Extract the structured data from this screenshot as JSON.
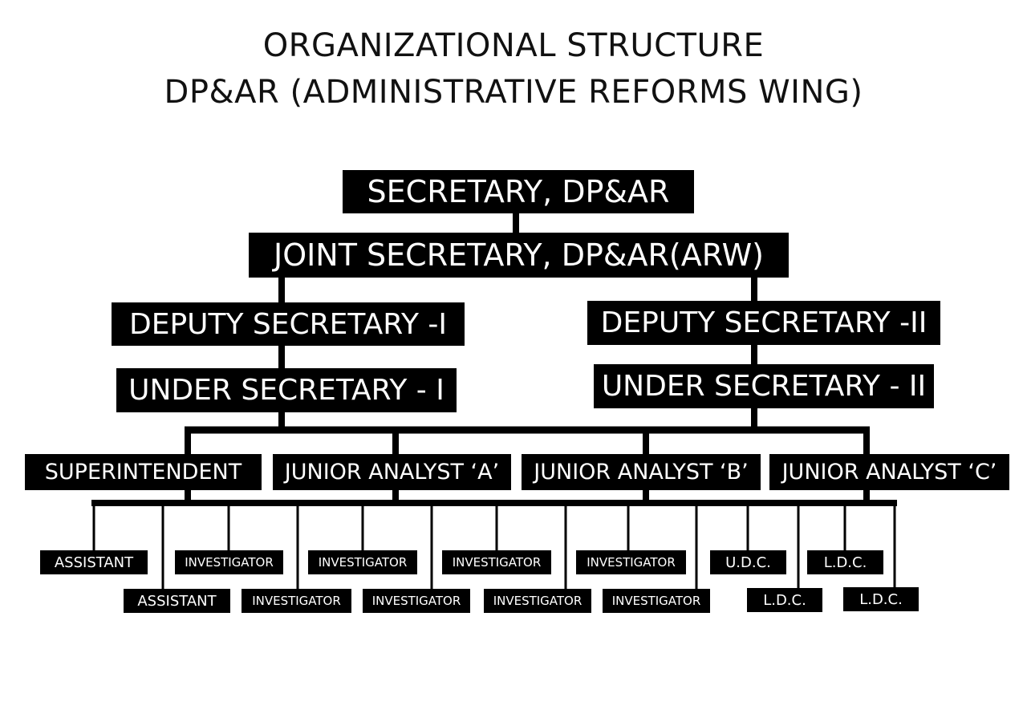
{
  "title": {
    "line1": "ORGANIZATIONAL STRUCTURE",
    "line2": "DP&AR (ADMINISTRATIVE REFORMS WING)"
  },
  "colors": {
    "box": "#000000",
    "text": "#ffffff",
    "connector": "#000000",
    "background": "#ffffff"
  },
  "nodes": {
    "secretary": "SECRETARY, DP&AR",
    "joint_secretary": "JOINT SECRETARY, DP&AR(ARW)",
    "deputy_secretary_1": "DEPUTY SECRETARY -I",
    "deputy_secretary_2": "DEPUTY SECRETARY -II",
    "under_secretary_1": "UNDER SECRETARY - I",
    "under_secretary_2": "UNDER SECRETARY - II",
    "superintendent": "SUPERINTENDENT",
    "junior_analyst_a": "JUNIOR ANALYST ‘A’",
    "junior_analyst_b": "JUNIOR ANALYST ‘B’",
    "junior_analyst_c": "JUNIOR ANALYST ‘C’",
    "staff": [
      "ASSISTANT",
      "ASSISTANT",
      "INVESTIGATOR",
      "INVESTIGATOR",
      "INVESTIGATOR",
      "INVESTIGATOR",
      "INVESTIGATOR",
      "INVESTIGATOR",
      "INVESTIGATOR",
      "INVESTIGATOR",
      "U.D.C.",
      "L.D.C.",
      "L.D.C.",
      "L.D.C."
    ]
  }
}
